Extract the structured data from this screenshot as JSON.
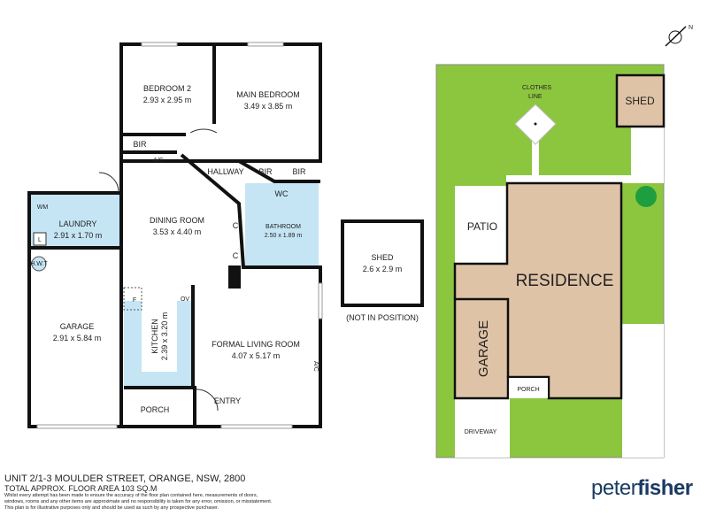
{
  "floor_plan": {
    "rooms": {
      "bedroom2": {
        "name": "BEDROOM 2",
        "size": "2.93 x 2.95 m"
      },
      "main_bedroom": {
        "name": "MAIN BEDROOM",
        "size": "3.49 x 3.85 m"
      },
      "dining": {
        "name": "DINING ROOM",
        "size": "3.53 x 4.40 m"
      },
      "laundry": {
        "name": "LAUNDRY",
        "size": "2.91 x 1.70 m"
      },
      "garage": {
        "name": "GARAGE",
        "size": "2.91 x 5.84 m"
      },
      "kitchen": {
        "name": "KITCHEN",
        "size": "2.39 x 3.20 m"
      },
      "bathroom": {
        "name": "BATHROOM",
        "size": "2.50 x 1.89 m"
      },
      "living": {
        "name": "FORMAL LIVING ROOM",
        "size": "4.07 x 5.17 m"
      },
      "shed": {
        "name": "SHED",
        "size": "2.6 x 2.9 m",
        "note": "(NOT IN POSITION)"
      }
    },
    "labels": {
      "bir": "BIR",
      "hallway": "HALLWAY",
      "wc": "WC",
      "c": "C",
      "ac": "A/C",
      "wm": "WM",
      "l": "L",
      "hwt": "H.W.T",
      "f": "F",
      "ov": "OV",
      "porch": "PORCH",
      "entry": "ENTRY"
    }
  },
  "site_plan": {
    "clothes_line": [
      "CLOTHES",
      "LINE"
    ],
    "shed": "SHED",
    "patio": "PATIO",
    "residence": "RESIDENCE",
    "garage": "GARAGE",
    "porch": "PORCH",
    "driveway": "DRIVEWAY",
    "compass": "N",
    "colors": {
      "lawn": "#8cc63f",
      "building": "#dfc3a6",
      "wet_area": "#c5e5f5"
    }
  },
  "footer": {
    "address": "UNIT 2/1-3 MOULDER STREET, ORANGE, NSW, 2800",
    "area": "TOTAL APPROX. FLOOR AREA 103 SQ.M",
    "disclaimer": [
      "Whilst every attempt has been made to ensure the accuracy of the floor plan contained here, measurements of doors,",
      "windows, rooms and any other items are approximate and no responsibility is taken for any error, omission, or misstatement.",
      "This plan is for illustrative purposes only and should be used as such by any prospective purchaser."
    ]
  },
  "logo": {
    "part1": "peter",
    "part2": "fisher"
  }
}
